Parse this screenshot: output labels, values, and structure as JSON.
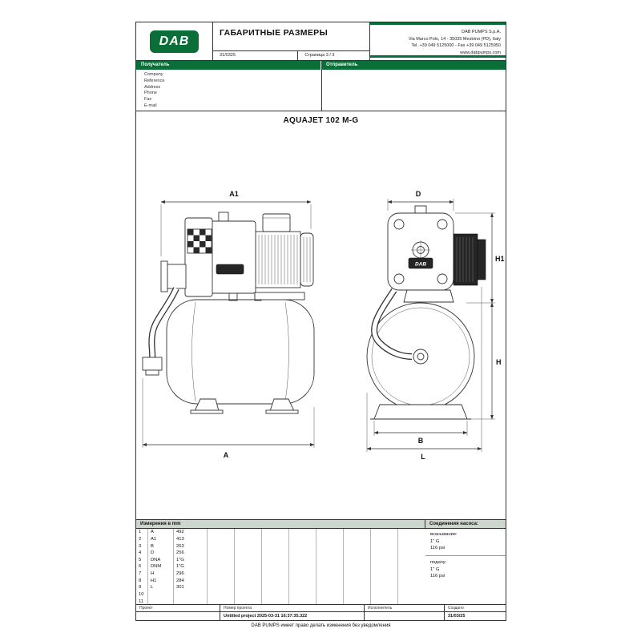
{
  "colors": {
    "dab_green": "#0a6e38",
    "table_header_bg": "#ccd6cc"
  },
  "header": {
    "logo_text": "DAB",
    "title": "ГАБАРИТНЫЕ РАЗМЕРЫ",
    "doc_number": "31/0325",
    "page_label": "Страница 3 / 3",
    "company_line1": "DAB PUMPS S.p.A.",
    "company_line2": "Via Marco Polo, 14 - 35035 Mestrino (PD), Italy",
    "company_line3": "Tel. +39 049 5125000 - Fax +39 049 5125950",
    "company_line4": "www.dabpumps.com"
  },
  "parties": {
    "recipient_label": "Получатель",
    "sender_label": "Отправитель",
    "fields": {
      "company": "Company",
      "reference": "Reference",
      "address": "Address",
      "phone": "Phone",
      "fax": "Fax",
      "email": "E-mail"
    }
  },
  "product": {
    "title": "AQUAJET 102 M-G"
  },
  "drawing": {
    "pump_label": "DAB",
    "labels": {
      "a1": "A1",
      "a": "A",
      "d": "D",
      "h1": "H1",
      "h": "H",
      "b": "B",
      "l": "L"
    }
  },
  "table": {
    "title": "Измерения в  mm",
    "rows": [
      {
        "n": "1",
        "key": "A",
        "value": "492"
      },
      {
        "n": "2",
        "key": "A1",
        "value": "413"
      },
      {
        "n": "3",
        "key": "B",
        "value": "263"
      },
      {
        "n": "4",
        "key": "D",
        "value": "256"
      },
      {
        "n": "5",
        "key": "DNA",
        "value": "1\"G"
      },
      {
        "n": "6",
        "key": "DNM",
        "value": "1\"G"
      },
      {
        "n": "7",
        "key": "H",
        "value": "296"
      },
      {
        "n": "8",
        "key": "H1",
        "value": "284"
      },
      {
        "n": "9",
        "key": "L",
        "value": "301"
      },
      {
        "n": "10",
        "key": "",
        "value": ""
      },
      {
        "n": "11",
        "key": "",
        "value": ""
      }
    ]
  },
  "connections": {
    "title": "Соединения насоса:",
    "suction_label": "всасывание:",
    "suction_value": "1\" G",
    "suction_pressure": "116 psi",
    "delivery_label": "подачу:",
    "delivery_value": "1\" G",
    "delivery_pressure": "116 psi"
  },
  "footer": {
    "project_label": "Проект",
    "project_number_label": "Номер проекта",
    "project_number_value": "Untitled project 2025-03-31 16:37:35.322",
    "executor_label": "Исполнитель",
    "created_label": "Создано",
    "created_value": "31/03/25",
    "disclaimer": "DAB PUMPS имеет право делать изменения без уведомления"
  }
}
